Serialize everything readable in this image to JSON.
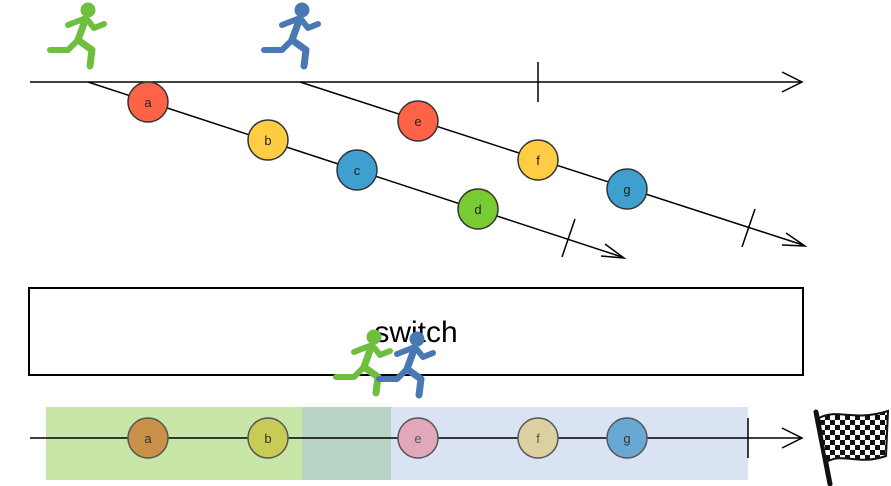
{
  "operator": {
    "label": "switch"
  },
  "inner_streams": [
    {
      "runner_color": "#6fbf3f",
      "marbles": [
        {
          "label": "a",
          "color": "#ff6347"
        },
        {
          "label": "b",
          "color": "#ffcc44"
        },
        {
          "label": "c",
          "color": "#3fa0d0"
        },
        {
          "label": "d",
          "color": "#77cc33"
        }
      ]
    },
    {
      "runner_color": "#4a78b4",
      "marbles": [
        {
          "label": "e",
          "color": "#ff6347"
        },
        {
          "label": "f",
          "color": "#ffcc44"
        },
        {
          "label": "g",
          "color": "#3fa0d0"
        }
      ]
    }
  ],
  "output": {
    "marbles": [
      {
        "label": "a",
        "color": "#c9904a"
      },
      {
        "label": "b",
        "color": "#c8cc55"
      },
      {
        "label": "e",
        "color": "#e0a8b8"
      },
      {
        "label": "f",
        "color": "#ddd0a0"
      },
      {
        "label": "g",
        "color": "#6aa8d4"
      }
    ],
    "green_region_color": "#c8e6a8",
    "blue_region_color": "#d9e3f4",
    "overlap_color": "#b8d4c4"
  },
  "icons": {
    "finish": "checkered-flag-icon",
    "runner": "running-person-icon"
  }
}
